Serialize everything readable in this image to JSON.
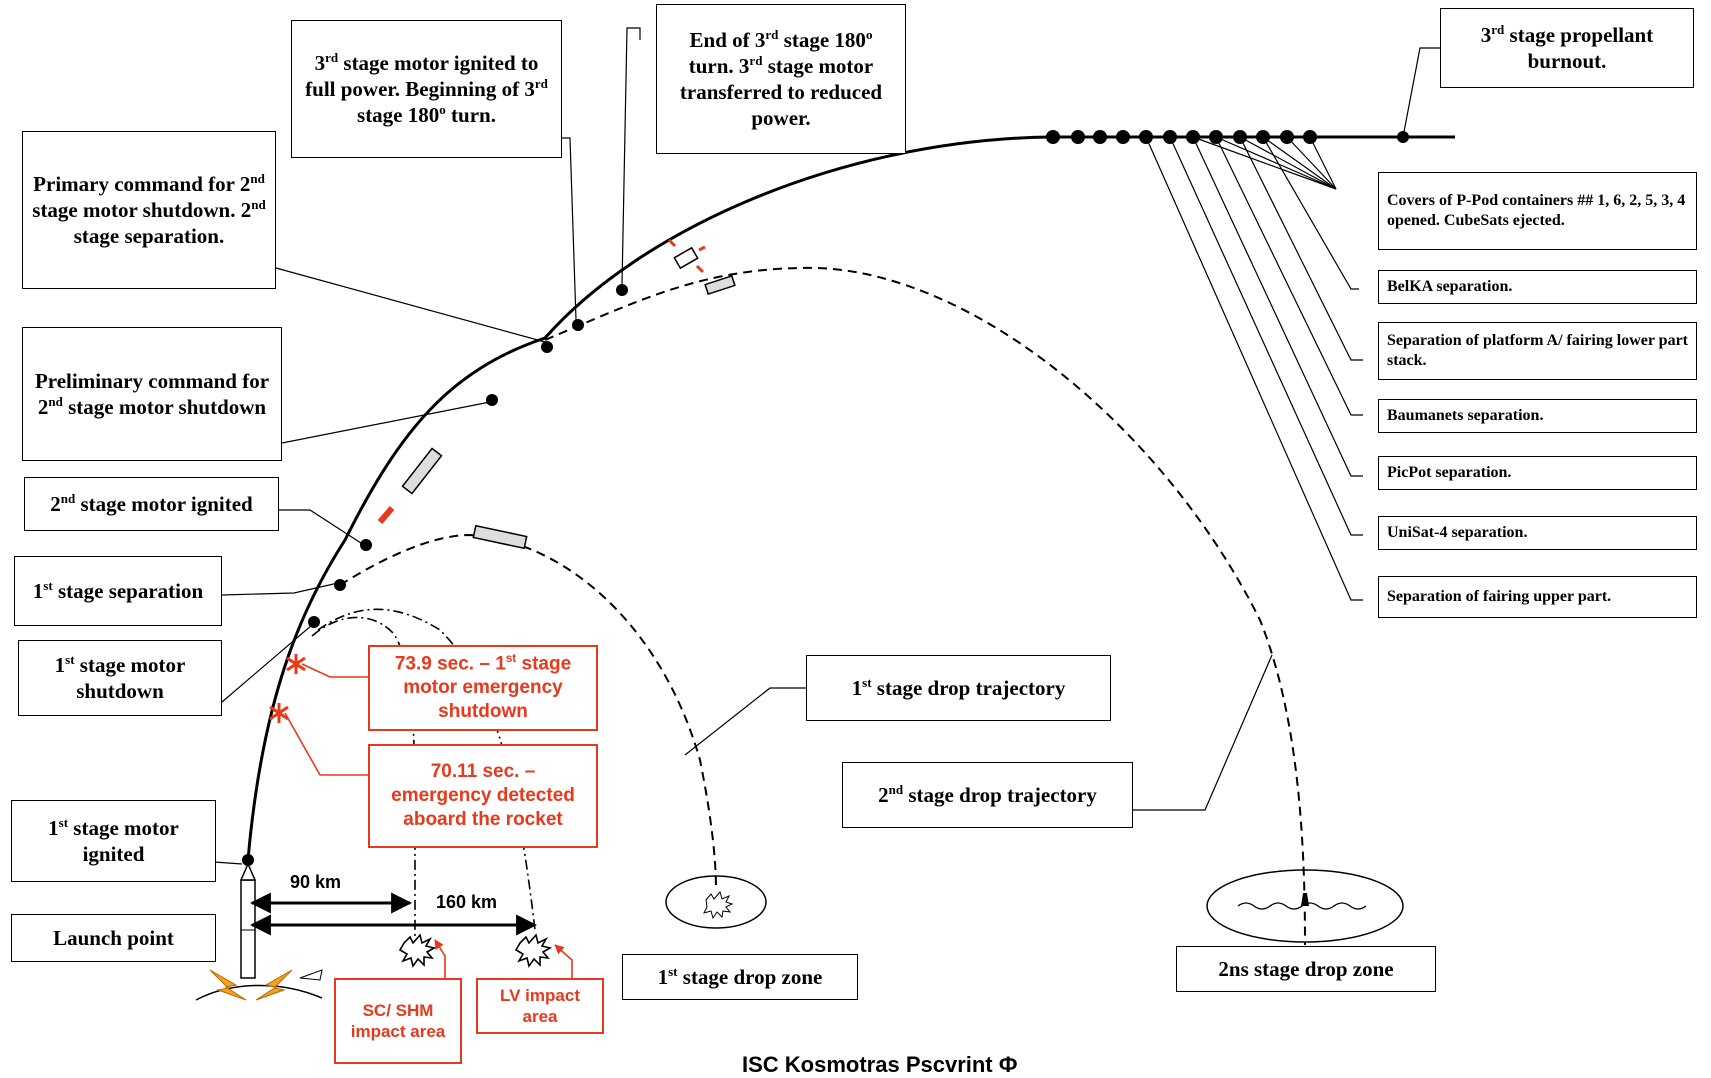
{
  "labels": {
    "launch_point": "Launch point",
    "s1_ignited": "1<sup>st</sup> stage motor ignited",
    "s1_shutdown": "1<sup>st</sup> stage motor shutdown",
    "s1_separation": "1<sup>st</sup> stage separation",
    "s2_ignited": "2<sup>nd</sup> stage motor ignited",
    "prelim_cmd": "Preliminary command for 2<sup>nd</sup> stage motor shutdown",
    "primary_cmd": "Primary command for 2<sup>nd</sup> stage motor shutdown. 2<sup>nd</sup> stage separation.",
    "s3_ignited": "3<sup>rd</sup> stage motor ignited to full power. Beginning of 3<sup>rd</sup> stage 180<sup>o</sup> turn.",
    "s3_turn_end": "End of 3<sup>rd</sup> stage 180<sup>o</sup> turn. 3<sup>rd</sup> stage motor transferred to reduced power.",
    "s3_burnout": "3<sup>rd</sup> stage propellant burnout.",
    "ppod": "Covers of P-Pod containers ## 1, 6, 2, 5, 3, 4 opened. CubeSats ejected.",
    "belka": "BelKA separation.",
    "platform_a": "Separation of platform A/ fairing lower part stack.",
    "baumanets": "Baumanets separation.",
    "picpot": "PicPot separation.",
    "unisat": "UniSat-4 separation.",
    "fairing_upper": "Separation of fairing upper part.",
    "s1_drop_traj": "1<sup>st</sup> stage drop trajectory",
    "s2_drop_traj": "2<sup>nd</sup> stage drop trajectory",
    "s1_drop_zone": "1<sup>st</sup> stage drop zone",
    "s2_drop_zone": "2ns stage drop zone",
    "emerg_shutdown": "73.9 sec. – 1<sup>st</sup> stage motor emergency shutdown",
    "emerg_detected": "70.11 sec. – emergency detected aboard the rocket",
    "sc_impact": "SC/ SHM impact area",
    "lv_impact": "LV impact area"
  },
  "distances": {
    "d90": "90 km",
    "d160": "160 km"
  },
  "credit": "ISC Kosmotras Pscvrint Ф",
  "colors": {
    "line": "#000000",
    "emergency": "#e8391c",
    "flame": "#f4a11d"
  }
}
